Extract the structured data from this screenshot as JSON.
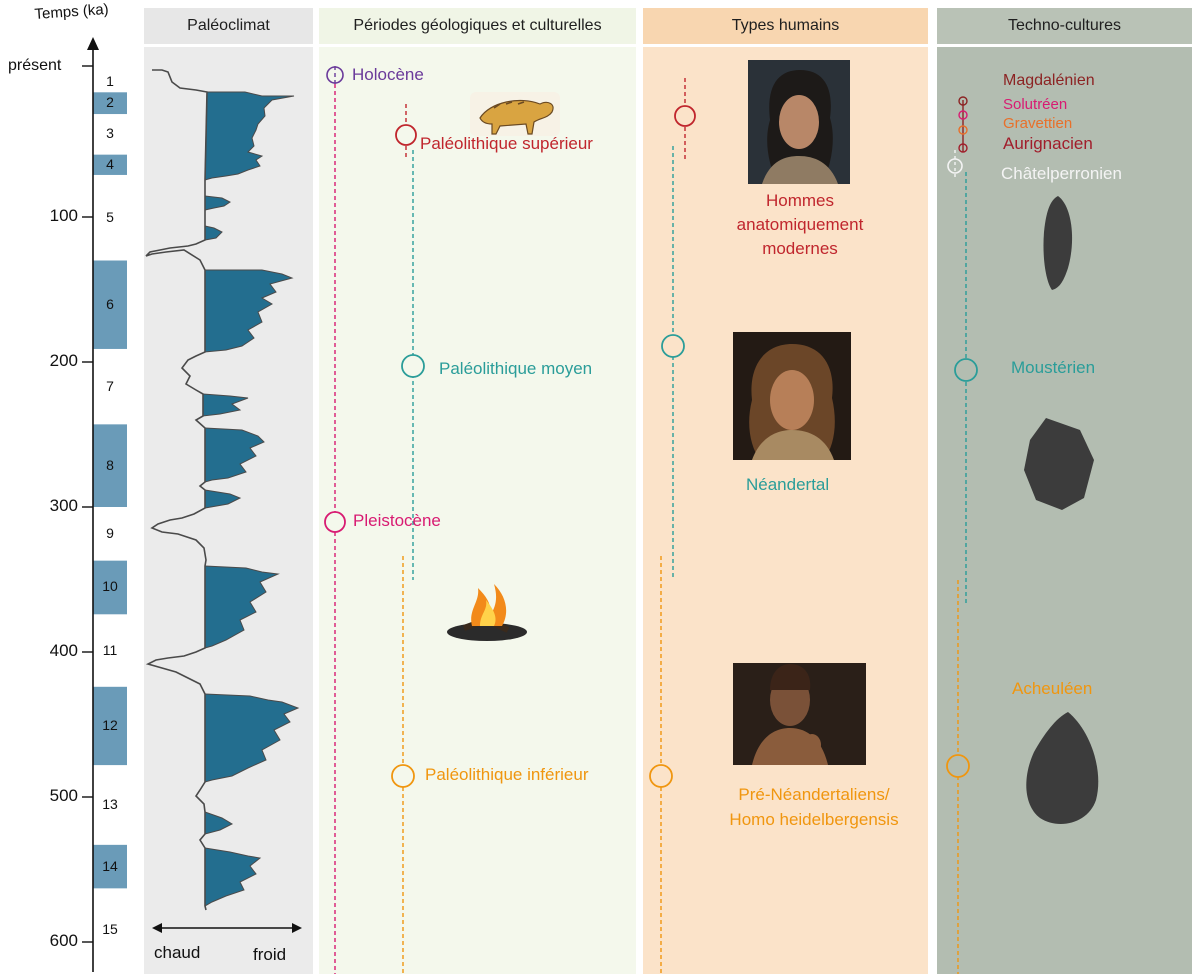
{
  "axis": {
    "title": "Temps (ka)",
    "present_label": "présent",
    "ticks": [
      {
        "label": "100",
        "ka": 100
      },
      {
        "label": "200",
        "ka": 200
      },
      {
        "label": "300",
        "ka": 300
      },
      {
        "label": "400",
        "ka": 400
      },
      {
        "label": "500",
        "ka": 500
      },
      {
        "label": "600",
        "ka": 600
      }
    ]
  },
  "isotope_stages": [
    {
      "label": "1",
      "cold": false,
      "from_ka": 0,
      "to_ka": 14
    },
    {
      "label": "2",
      "cold": true,
      "from_ka": 14,
      "to_ka": 29
    },
    {
      "label": "3",
      "cold": false,
      "from_ka": 29,
      "to_ka": 57
    },
    {
      "label": "4",
      "cold": true,
      "from_ka": 57,
      "to_ka": 71
    },
    {
      "label": "5",
      "cold": false,
      "from_ka": 71,
      "to_ka": 130
    },
    {
      "label": "6",
      "cold": true,
      "from_ka": 130,
      "to_ka": 191
    },
    {
      "label": "7",
      "cold": false,
      "from_ka": 191,
      "to_ka": 243
    },
    {
      "label": "8",
      "cold": true,
      "from_ka": 243,
      "to_ka": 300
    },
    {
      "label": "9",
      "cold": false,
      "from_ka": 300,
      "to_ka": 337
    },
    {
      "label": "10",
      "cold": true,
      "from_ka": 337,
      "to_ka": 374
    },
    {
      "label": "11",
      "cold": false,
      "from_ka": 374,
      "to_ka": 424
    },
    {
      "label": "12",
      "cold": true,
      "from_ka": 424,
      "to_ka": 478
    },
    {
      "label": "13",
      "cold": false,
      "from_ka": 478,
      "to_ka": 533
    },
    {
      "label": "14",
      "cold": true,
      "from_ka": 533,
      "to_ka": 563
    },
    {
      "label": "15",
      "cold": false,
      "from_ka": 563,
      "to_ka": 620
    }
  ],
  "columns": {
    "paleoclimat": {
      "header": "Paléoclimat",
      "warm_label": "chaud",
      "cold_label": "froid",
      "colors": {
        "background": "#ebebeb",
        "fill": "#236e8f",
        "line": "#4a4a4a"
      }
    },
    "periodes": {
      "header": "Périodes géologiques et culturelles",
      "colors": {
        "background": "#f4f8ec",
        "header_bg": "#f0f5e6"
      },
      "items": [
        {
          "label": "Holocène",
          "color": "#6a3a9a"
        },
        {
          "label": "Paléolithique supérieur",
          "color": "#c0262d"
        },
        {
          "label": "Paléolithique moyen",
          "color": "#2a9d99"
        },
        {
          "label": "Pleistocène",
          "color": "#d81b72"
        },
        {
          "label": "Paléolithique inférieur",
          "color": "#f0960f"
        }
      ],
      "images": [
        {
          "name": "cave-horse-painting"
        },
        {
          "name": "campfire"
        }
      ]
    },
    "types_humains": {
      "header": "Types humains",
      "colors": {
        "background": "#fbe3c9",
        "header_bg": "#f8d6b0"
      },
      "items": [
        {
          "lines": [
            "Hommes",
            "anatomiquement",
            "modernes"
          ],
          "color": "#c0262d",
          "portrait": "modern-human-portrait"
        },
        {
          "lines": [
            "Néandertal"
          ],
          "color": "#2a9d99",
          "portrait": "neanderthal-portrait"
        },
        {
          "lines": [
            "Pré-Néandertaliens/",
            "Homo heidelbergensis"
          ],
          "color": "#f0960f",
          "portrait": "heidelbergensis-portrait"
        }
      ]
    },
    "techno": {
      "header": "Techno-cultures",
      "colors": {
        "background": "#b3bdb1",
        "header_bg": "#b9c2b6",
        "tool": "#3c3c3c"
      },
      "items": [
        {
          "label": "Magdalénien",
          "color": "#8c2323"
        },
        {
          "label": "Solutréen",
          "color": "#d81b72"
        },
        {
          "label": "Gravettien",
          "color": "#e8702a"
        },
        {
          "label": "Aurignacien",
          "color": "#a11d2b"
        },
        {
          "label": "Châtelperronien",
          "color": "#f4f4f4"
        },
        {
          "label": "Moustérien",
          "color": "#2a9d99"
        },
        {
          "label": "Acheuléen",
          "color": "#f0960f"
        }
      ]
    }
  }
}
